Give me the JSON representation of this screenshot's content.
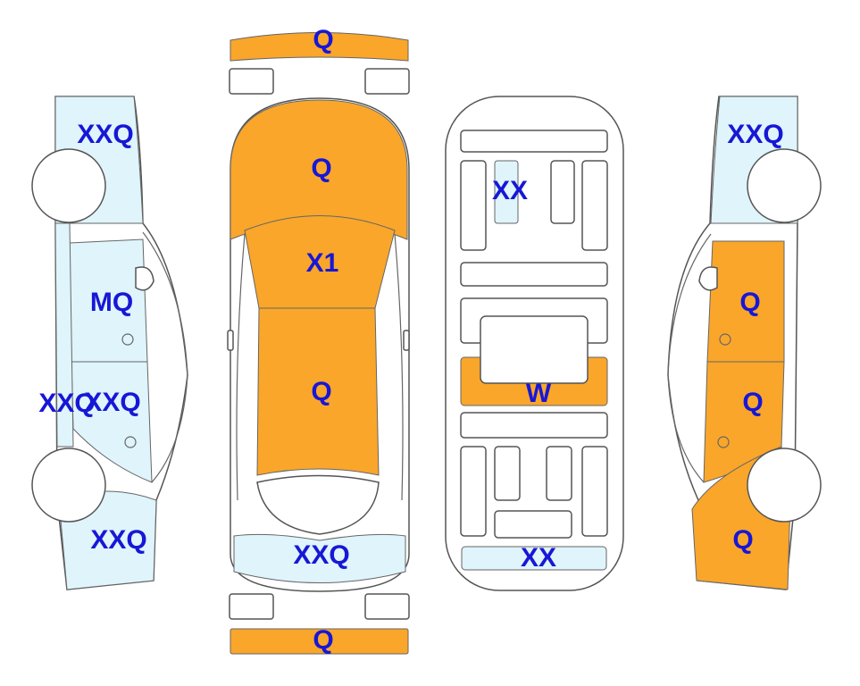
{
  "colors": {
    "damaged": "#f9a62b",
    "minor": "#dff4fb",
    "clean": "#ffffff",
    "outline": "#555555",
    "label": "#1717d6"
  },
  "panels": {
    "front_bumper": {
      "code": "Q",
      "status": "damaged"
    },
    "hood": {
      "code": "Q",
      "status": "damaged"
    },
    "windshield": {
      "code": "X1",
      "status": "damaged"
    },
    "roof": {
      "code": "Q",
      "status": "damaged"
    },
    "trunk": {
      "code": "XXQ",
      "status": "minor"
    },
    "rear_bumper": {
      "code": "Q",
      "status": "damaged"
    },
    "left_front_fender": {
      "code": "XXQ",
      "status": "minor"
    },
    "left_front_door": {
      "code": "MQ",
      "status": "minor"
    },
    "left_rear_door": {
      "code": "XXQ",
      "status": "minor"
    },
    "left_rocker": {
      "code": "XXQ",
      "status": "minor"
    },
    "left_rear_quarter": {
      "code": "XXQ",
      "status": "minor"
    },
    "right_front_fender": {
      "code": "XXQ",
      "status": "minor"
    },
    "right_front_door": {
      "code": "Q",
      "status": "damaged"
    },
    "right_rear_door": {
      "code": "Q",
      "status": "damaged"
    },
    "right_rear_quarter": {
      "code": "Q",
      "status": "damaged"
    },
    "underbody_front_member": {
      "code": "XX",
      "status": "minor"
    },
    "underbody_crossmember": {
      "code": "W",
      "status": "damaged"
    },
    "underbody_rear_panel": {
      "code": "XX",
      "status": "minor"
    }
  }
}
